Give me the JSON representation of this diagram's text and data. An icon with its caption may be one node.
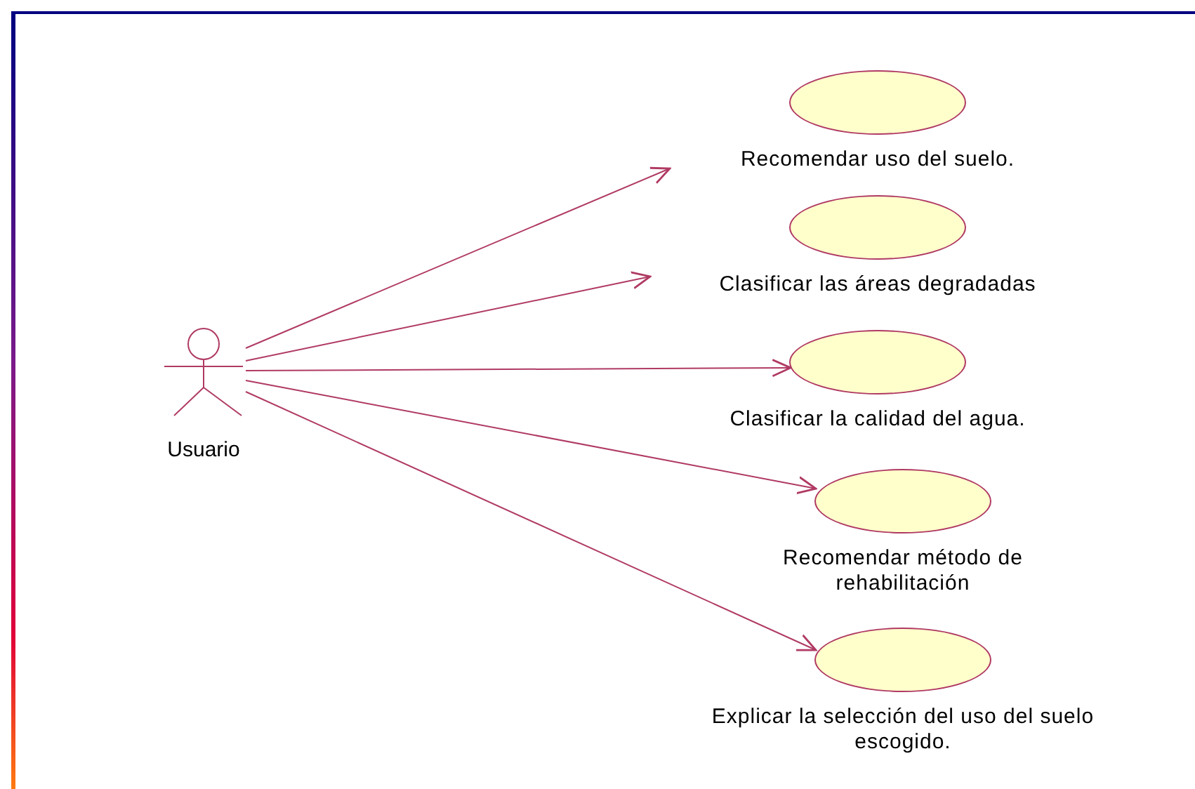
{
  "diagram": {
    "nodes": [
      {
        "text": [
          "Usuario"
        ]
      },
      {
        "text": [
          "Recomendar uso del suelo."
        ]
      },
      {
        "text": [
          "Clasificar las áreas degradadas"
        ]
      },
      {
        "text": [
          "Clasificar la calidad del agua."
        ]
      },
      {
        "text": [
          "Recomendar método de rehabilitación"
        ]
      },
      {
        "text": [
          "Explicar la selección del uso del suelo escogido."
        ]
      }
    ],
    "edges": [
      {
        "from": 0,
        "to": 1,
        "arrow": "to"
      },
      {
        "from": 0,
        "to": 2,
        "arrow": "to"
      },
      {
        "from": 0,
        "to": 3,
        "arrow": "to"
      },
      {
        "from": 0,
        "to": 4,
        "arrow": "to"
      },
      {
        "from": 0,
        "to": 5,
        "arrow": "to"
      }
    ]
  }
}
